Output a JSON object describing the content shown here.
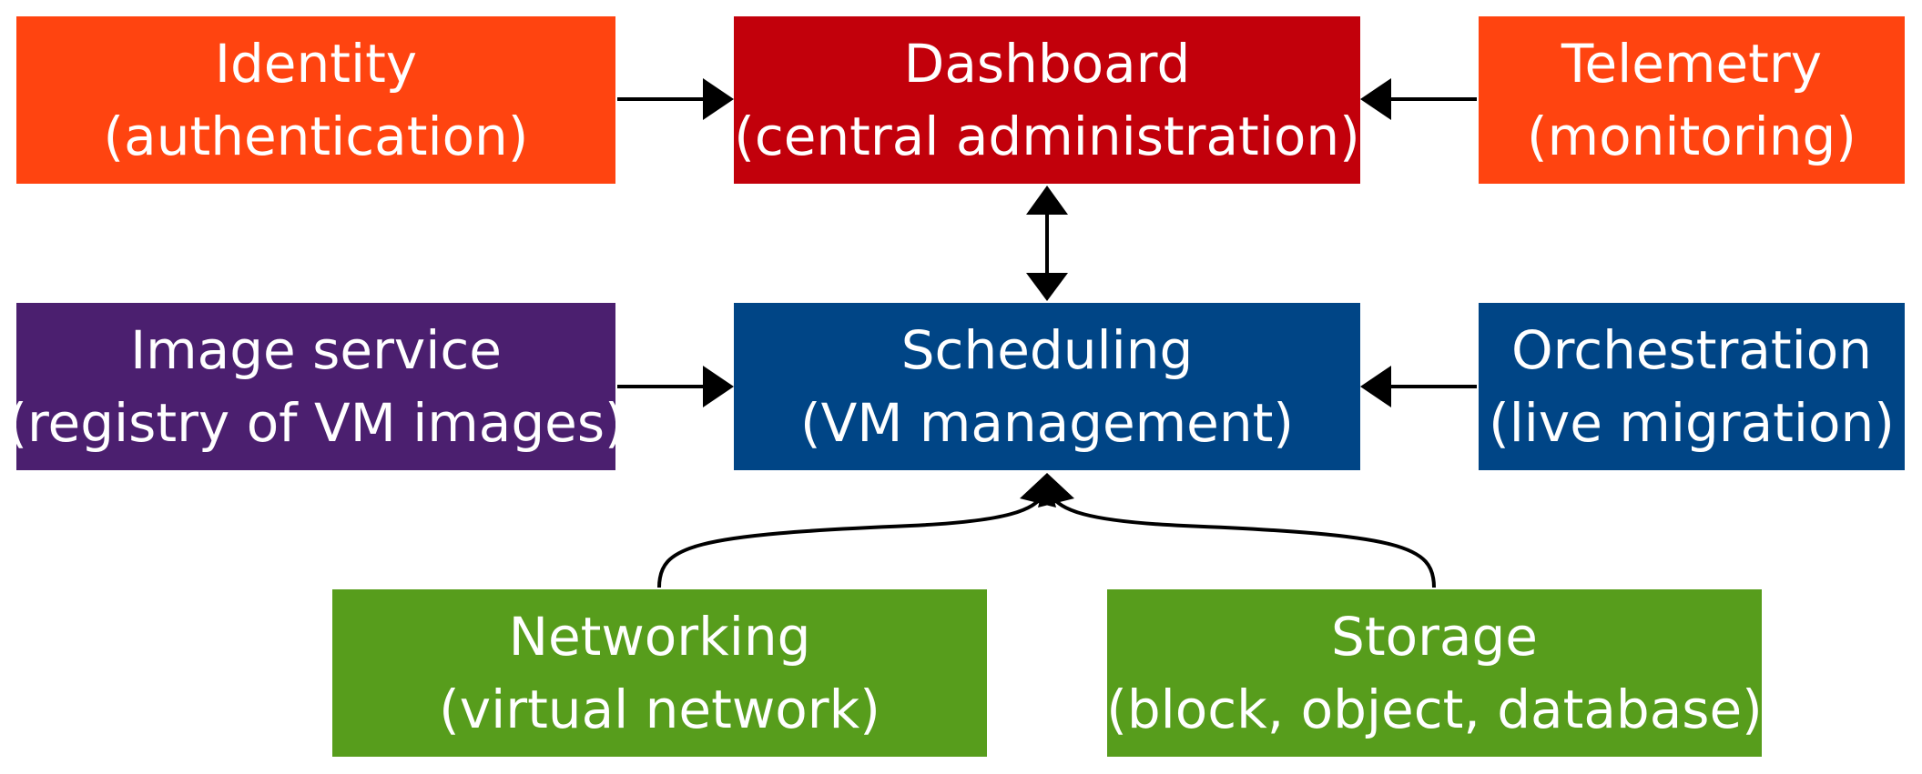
{
  "colors": {
    "identity": "#FF4410",
    "dashboard": "#C2000B",
    "telemetry": "#FF4410",
    "image_service": "#4B1F6F",
    "scheduling": "#004586",
    "orchestration": "#004586",
    "networking": "#579D1C",
    "storage": "#579D1C",
    "arrow": "#000000"
  },
  "boxes": {
    "identity": {
      "title": "Identity",
      "subtitle": "(authentication)"
    },
    "dashboard": {
      "title": "Dashboard",
      "subtitle": "(central administration)"
    },
    "telemetry": {
      "title": "Telemetry",
      "subtitle": "(monitoring)"
    },
    "image_service": {
      "title": "Image service",
      "subtitle": "(registry of VM images)"
    },
    "scheduling": {
      "title": "Scheduling",
      "subtitle": "(VM management)"
    },
    "orchestration": {
      "title": "Orchestration",
      "subtitle": "(live migration)"
    },
    "networking": {
      "title": "Networking",
      "subtitle": "(virtual network)"
    },
    "storage": {
      "title": "Storage",
      "subtitle": "(block, object, database)"
    }
  },
  "connections": [
    {
      "from": "identity",
      "to": "dashboard",
      "direction": "forward"
    },
    {
      "from": "telemetry",
      "to": "dashboard",
      "direction": "forward"
    },
    {
      "from": "dashboard",
      "to": "scheduling",
      "direction": "both"
    },
    {
      "from": "image_service",
      "to": "scheduling",
      "direction": "forward"
    },
    {
      "from": "orchestration",
      "to": "scheduling",
      "direction": "forward"
    },
    {
      "from": "networking",
      "to": "scheduling",
      "direction": "forward"
    },
    {
      "from": "storage",
      "to": "scheduling",
      "direction": "forward"
    }
  ]
}
